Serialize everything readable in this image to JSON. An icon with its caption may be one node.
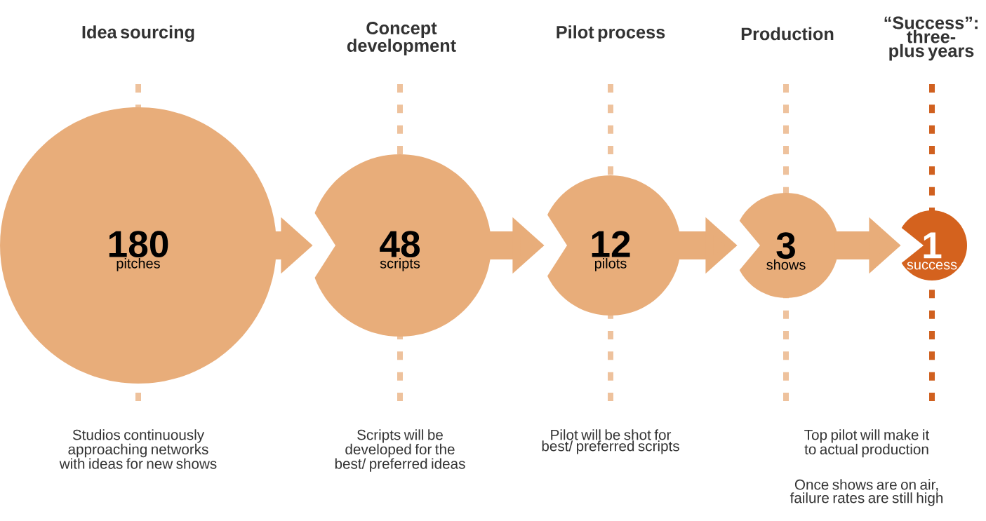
{
  "diagram": {
    "nodes": [
      {
        "text": [
          "180",
          "pitches"
        ]
      },
      {
        "text": [
          "48",
          "scripts"
        ]
      },
      {
        "text": [
          "12",
          "pilots"
        ]
      },
      {
        "text": [
          "3",
          "shows"
        ]
      },
      {
        "text": [
          "1",
          "success"
        ]
      }
    ],
    "edges": [
      {
        "from": 0,
        "to": 1,
        "arrow": "to"
      },
      {
        "from": 1,
        "to": 2,
        "arrow": "to"
      },
      {
        "from": 2,
        "to": 3,
        "arrow": "to"
      },
      {
        "from": 3,
        "to": 4,
        "arrow": "to"
      }
    ],
    "labels": [
      "Idea sourcing",
      "Concept development",
      "Pilot process",
      "Production",
      "“Success”: three-plus years",
      "Studios continuously approaching networks with ideas for new shows",
      "Scripts will be developed for the best/ preferred ideas",
      "Pilot will be shot for best/ preferred scripts",
      "Top pilot will make it to actual production",
      "Once shows are on air, failure rates are still high"
    ]
  }
}
